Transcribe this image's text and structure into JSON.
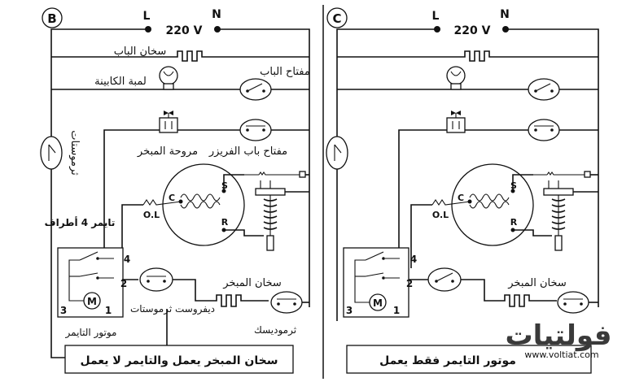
{
  "colors": {
    "line": "#111111",
    "watermark_text": "#3a3a3a",
    "watermark_accent": "#c9c9c9"
  },
  "supply": {
    "l": "L",
    "n": "N",
    "voltage": "220 V"
  },
  "left": {
    "panel_letter": "B",
    "door_heater": "سخان الباب",
    "cabinet_lamp": "لمبة الكابينة",
    "door_switch": "مفتاح الباب",
    "thermostat": "ثرموستات",
    "evaporator_fan": "مروحة المبخر",
    "freezer_door_switch": "مفتاح باب الفريزر",
    "timer_4_terminals": "تايمر 4 أطراف",
    "timer_motor": "موتور التايمر",
    "defrost_thermostat": "ديفروست ثرموستات",
    "evaporator_heater": "سخان المبخر",
    "thermodisc": "ثرموديسك",
    "caption": "سخان المبخر يعمل والتايمر لا يعمل"
  },
  "right": {
    "panel_letter": "C",
    "evaporator_heater": "سخان المبخر",
    "caption": "موتور التايمر فقط يعمل"
  },
  "terminals": {
    "t1": "1",
    "t2": "2",
    "t3": "3",
    "t4": "4",
    "c": "C",
    "s": "S",
    "r": "R",
    "ol": "O.L",
    "m": "M"
  },
  "watermark": {
    "brand": "فولتيات",
    "url": "www.voltiat.com"
  }
}
